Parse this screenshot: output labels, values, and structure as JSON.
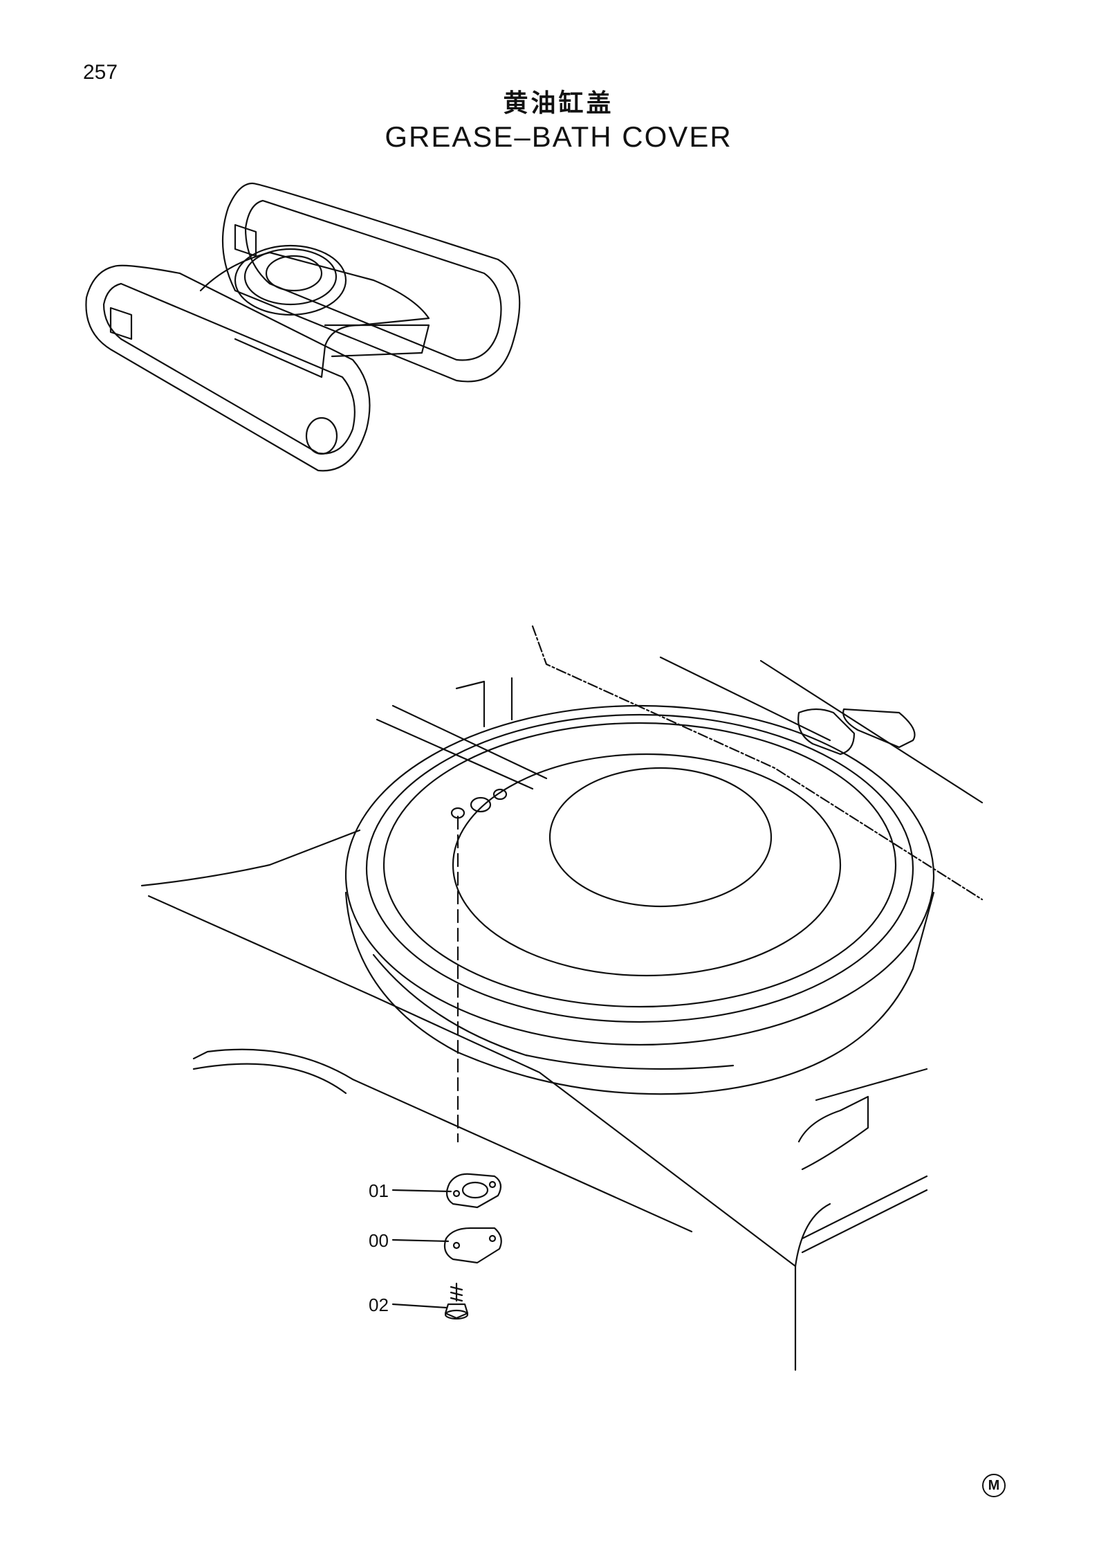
{
  "page": {
    "number": "257"
  },
  "title": {
    "chinese": "黄油缸盖",
    "english": "GREASE–BATH COVER"
  },
  "callouts": [
    {
      "label": "01",
      "part": "gasket"
    },
    {
      "label": "00",
      "part": "cover"
    },
    {
      "label": "02",
      "part": "bolt"
    }
  ],
  "footer": {
    "mark": "M"
  }
}
